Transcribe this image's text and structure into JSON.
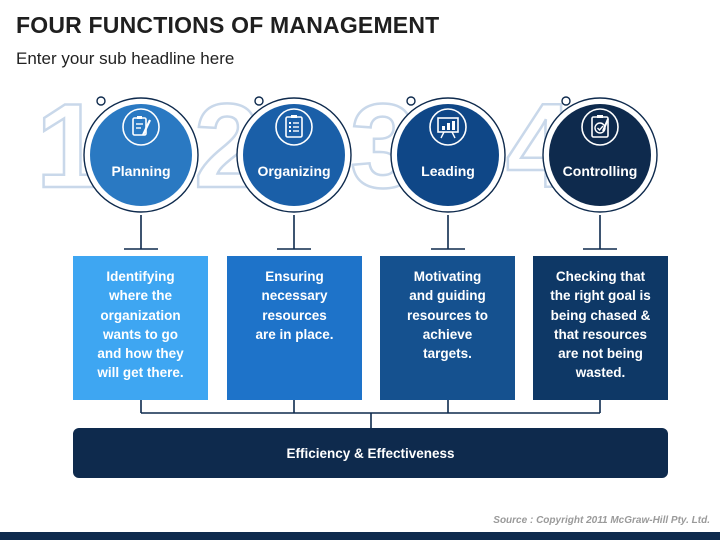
{
  "header": {
    "title": "FOUR FUNCTIONS OF MANAGEMENT",
    "subtitle": "Enter your sub headline here"
  },
  "steps": [
    {
      "number": "1",
      "label": "Planning",
      "icon": "clipboard-pencil-icon",
      "description": "Identifying\nwhere the\norganization\nwants to go\nand how they\nwill get there.",
      "circle_color": "#2a79c2",
      "box_color": "#3ea6f2"
    },
    {
      "number": "2",
      "label": "Organizing",
      "icon": "checklist-icon",
      "description": "Ensuring\nnecessary\nresources\nare in place.",
      "circle_color": "#1a5fa8",
      "box_color": "#1e73c9"
    },
    {
      "number": "3",
      "label": "Leading",
      "icon": "presentation-chart-icon",
      "description": "Motivating\nand guiding\nresources to\nachieve\ntargets.",
      "circle_color": "#0f4787",
      "box_color": "#15518f"
    },
    {
      "number": "4",
      "label": "Controlling",
      "icon": "clipboard-check-icon",
      "description": "Checking that\nthe right goal is\nbeing chased &\nthat resources\nare not being\nwasted.",
      "circle_color": "#0e2a4d",
      "box_color": "#0e3866"
    }
  ],
  "footer_bar": {
    "label": "Efficiency & Effectiveness"
  },
  "source": "Source : Copyright 2011 McGraw-Hill Pty. Ltd.",
  "colors": {
    "outline_number": "#c9d8ea",
    "connector": "#0e2a4d",
    "bottom_bar": "#0e2a4d"
  }
}
